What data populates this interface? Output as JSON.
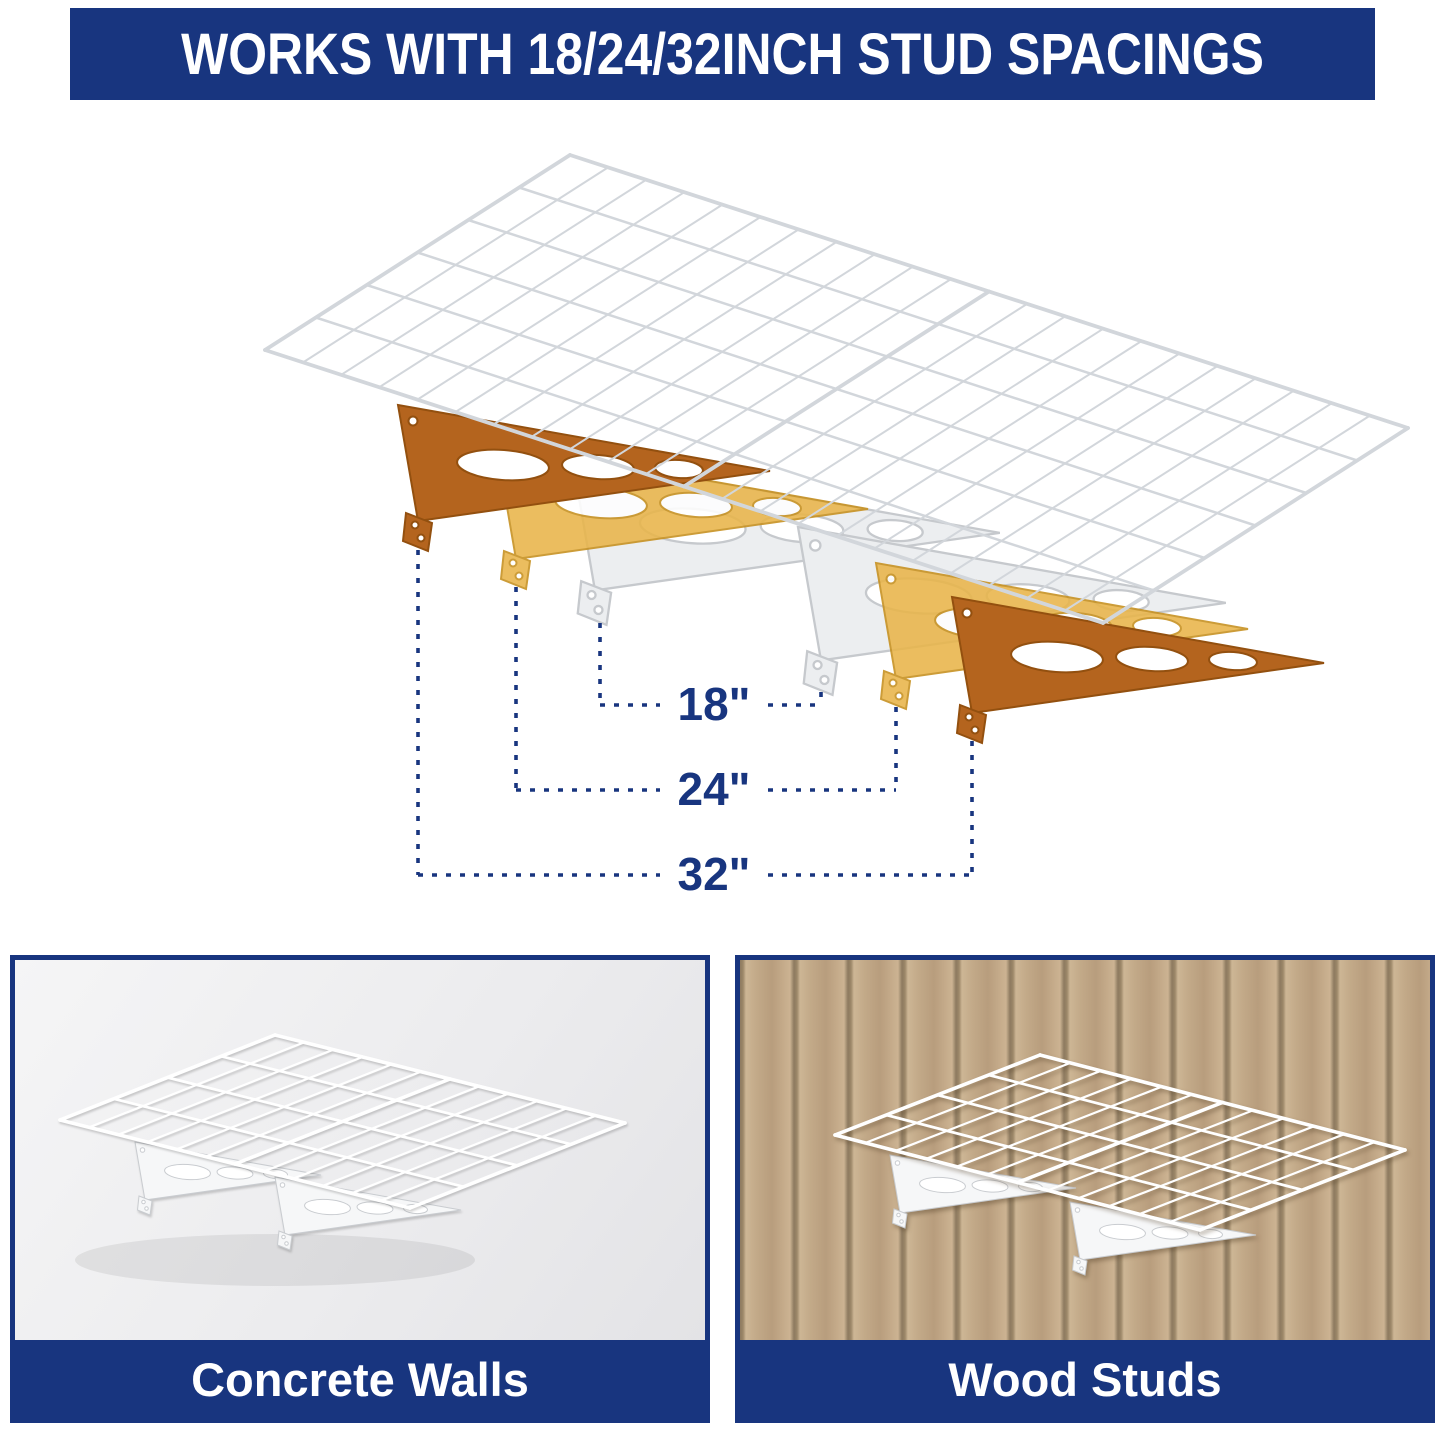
{
  "banner": {
    "title": "WORKS WITH 18/24/32INCH STUD SPACINGS"
  },
  "diagram": {
    "labels": {
      "d18": "18\"",
      "d24": "24\"",
      "d32": "32\""
    }
  },
  "panels": {
    "concrete": {
      "label": "Concrete Walls"
    },
    "wood": {
      "label": "Wood Studs"
    }
  },
  "colors": {
    "navy": "#18357f",
    "bracket_orange": "#b4641e",
    "bracket_gold": "#e9b54a",
    "bracket_white": "#eceef0",
    "wire_gray": "#d2d6db",
    "wire_white": "#ffffff"
  }
}
